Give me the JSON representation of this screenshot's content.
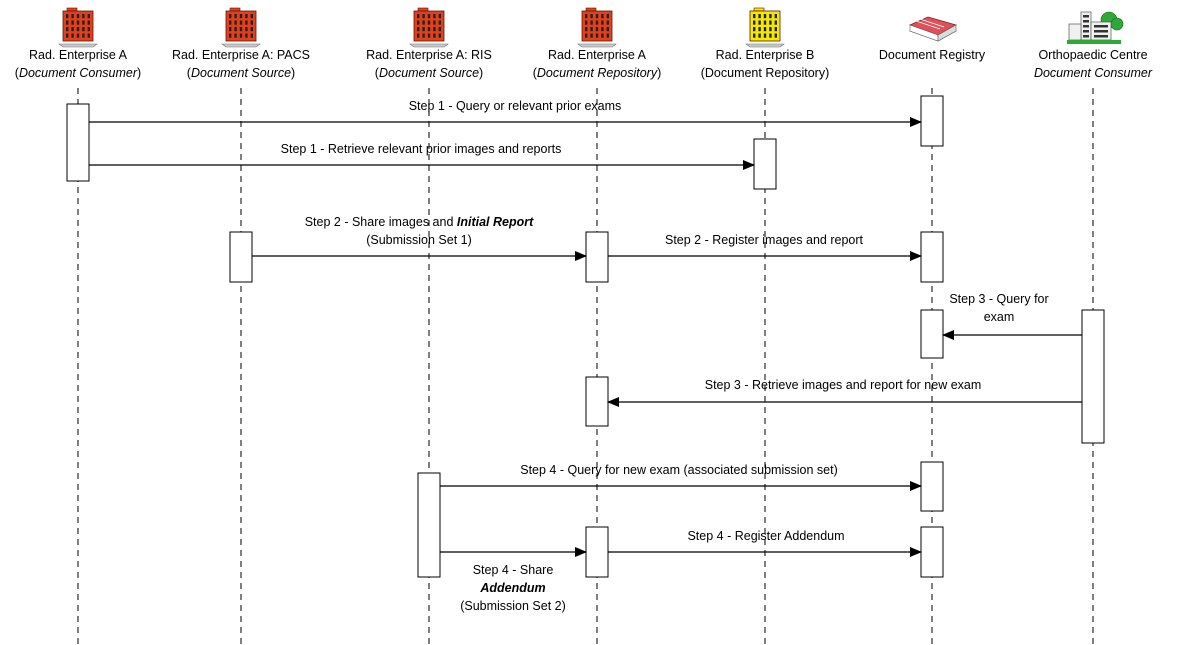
{
  "actors": [
    {
      "id": "a",
      "name": "Rad. Enterprise A",
      "pre": "(",
      "role": "Document Consumer",
      "post": ")",
      "role_italic": true,
      "icon": "office-building-icon",
      "icon_color": "#e2401b"
    },
    {
      "id": "b",
      "name": "Rad. Enterprise A: PACS",
      "pre": "(",
      "role": "Document Source",
      "post": ")",
      "role_italic": true,
      "icon": "office-building-icon",
      "icon_color": "#e2401b"
    },
    {
      "id": "c",
      "name": "Rad. Enterprise A: RIS",
      "pre": "(",
      "role": "Document Source",
      "post": ")",
      "role_italic": true,
      "icon": "office-building-icon",
      "icon_color": "#e2401b"
    },
    {
      "id": "d",
      "name": "Rad. Enterprise A",
      "pre": "(",
      "role": "Document Repository",
      "post": ")",
      "role_italic": true,
      "icon": "office-building-icon",
      "icon_color": "#e2401b"
    },
    {
      "id": "e",
      "name": "Rad. Enterprise B",
      "pre": "(",
      "role": "Document Repository",
      "post": ")",
      "role_italic": false,
      "icon": "office-building-icon",
      "icon_color": "#f5e800"
    },
    {
      "id": "f",
      "name": "Document Registry",
      "pre": "",
      "role": "",
      "post": "",
      "role_italic": false,
      "icon": "document-stack-icon",
      "icon_color": "#e0505a"
    },
    {
      "id": "g",
      "name": "Orthopaedic Centre",
      "pre": "",
      "role": "Document Consumer",
      "post": "",
      "role_italic": true,
      "icon": "hospital-campus-icon",
      "icon_color": "#2ea836"
    }
  ],
  "messages": [
    {
      "id": "m1",
      "from": "a",
      "to": "f",
      "lines": [
        [
          {
            "t": "Step 1 - Query or relevant prior exams"
          }
        ]
      ]
    },
    {
      "id": "m2",
      "from": "a",
      "to": "e",
      "lines": [
        [
          {
            "t": "Step 1 - Retrieve relevant prior images and reports"
          }
        ]
      ]
    },
    {
      "id": "m3",
      "from": "b",
      "to": "d",
      "lines": [
        [
          {
            "t": "Step 2 - Share images and "
          },
          {
            "t": "Initial Report",
            "s": "bi"
          }
        ],
        [
          {
            "t": "(Submission Set 1)"
          }
        ]
      ]
    },
    {
      "id": "m4",
      "from": "d",
      "to": "f",
      "lines": [
        [
          {
            "t": "Step 2 - Register images and report"
          }
        ]
      ]
    },
    {
      "id": "m5",
      "from": "g",
      "to": "f",
      "lines": [
        [
          {
            "t": "Step 3 - Query for"
          }
        ],
        [
          {
            "t": "exam"
          }
        ]
      ]
    },
    {
      "id": "m6",
      "from": "g",
      "to": "d",
      "lines": [
        [
          {
            "t": "Step 3 - Retrieve images and report for new exam"
          }
        ]
      ]
    },
    {
      "id": "m7",
      "from": "c",
      "to": "f",
      "lines": [
        [
          {
            "t": "Step 4 - Query for new exam (associated submission set)"
          }
        ]
      ]
    },
    {
      "id": "m8",
      "from": "c",
      "to": "d",
      "lines": [
        [
          {
            "t": "Step 4 - Share"
          }
        ],
        [
          {
            "t": "Addendum",
            "s": "bi"
          }
        ],
        [
          {
            "t": "(Submission Set 2)"
          }
        ]
      ]
    },
    {
      "id": "m9",
      "from": "d",
      "to": "f",
      "lines": [
        [
          {
            "t": "Step 4 - Register Addendum"
          }
        ]
      ]
    }
  ]
}
